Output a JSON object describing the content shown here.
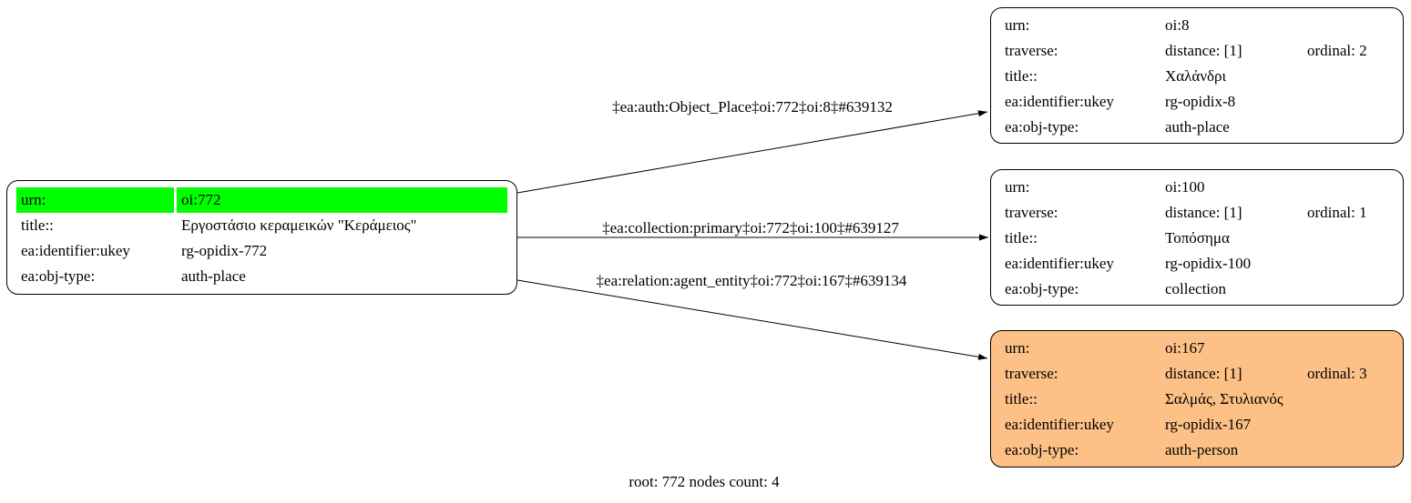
{
  "colors": {
    "highlight_green": "#00ff00",
    "person_orange": "#fdc086",
    "node_fill_white": "#ffffff",
    "border_black": "#000000"
  },
  "caption": "root: 772 nodes count: 4",
  "root_node": {
    "urn_label": "urn:",
    "urn_value": "oi:772",
    "title_label": "title::",
    "title_value": "Εργοστάσιο κεραμεικών \"Κεράμειος\"",
    "ukey_label": "ea:identifier:ukey",
    "ukey_value": "rg-opidix-772",
    "objtype_label": "ea:obj-type:",
    "objtype_value": "auth-place"
  },
  "edges": [
    {
      "label": "‡ea:auth:Object_Place‡oi:772‡oi:8‡#639132"
    },
    {
      "label": "‡ea:collection:primary‡oi:772‡oi:100‡#639127"
    },
    {
      "label": "‡ea:relation:agent_entity‡oi:772‡oi:167‡#639134"
    }
  ],
  "nodes": [
    {
      "urn_label": "urn:",
      "urn_value": "oi:8",
      "traverse_label": "traverse:",
      "distance_value": "distance: [1]",
      "ordinal_value": "ordinal: 2",
      "title_label": "title::",
      "title_value": "Χαλάνδρι",
      "ukey_label": "ea:identifier:ukey",
      "ukey_value": "rg-opidix-8",
      "objtype_label": "ea:obj-type:",
      "objtype_value": "auth-place"
    },
    {
      "urn_label": "urn:",
      "urn_value": "oi:100",
      "traverse_label": "traverse:",
      "distance_value": "distance: [1]",
      "ordinal_value": "ordinal: 1",
      "title_label": "title::",
      "title_value": "Τοπόσημα",
      "ukey_label": "ea:identifier:ukey",
      "ukey_value": "rg-opidix-100",
      "objtype_label": "ea:obj-type:",
      "objtype_value": "collection"
    },
    {
      "urn_label": "urn:",
      "urn_value": "oi:167",
      "traverse_label": "traverse:",
      "distance_value": "distance: [1]",
      "ordinal_value": "ordinal: 3",
      "title_label": "title::",
      "title_value": "Σαλμάς, Στυλιανός",
      "ukey_label": "ea:identifier:ukey",
      "ukey_value": "rg-opidix-167",
      "objtype_label": "ea:obj-type:",
      "objtype_value": "auth-person"
    }
  ]
}
